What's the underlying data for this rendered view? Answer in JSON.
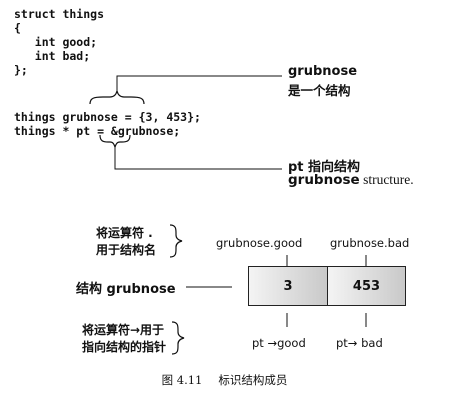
{
  "code": {
    "lines": [
      "struct things",
      "{",
      "   int good;",
      "   int bad;",
      "};",
      "things grubnose = {3, 453};",
      "things * pt = &grubnose;"
    ]
  },
  "callouts": {
    "grubnose_name": "grubnose",
    "grubnose_desc": "是一个结构",
    "pt_line1": "pt 指向结构",
    "pt_line2_name": "grubnose",
    "pt_line2_rest": " structure."
  },
  "diagram": {
    "dot_op_line1": "将运算符 .",
    "dot_op_line2": "用于结构名",
    "arrow_op_line1": "将运算符→用于",
    "arrow_op_line2": "指向结构的指针",
    "struct_label_prefix": "结构 ",
    "struct_label_name": "grubnose",
    "top_label_good": "grubnose.good",
    "top_label_bad": "grubnose.bad",
    "cell_good_value": "3",
    "cell_bad_value": "453",
    "bottom_label_good": "pt →good",
    "bottom_label_bad": "pt→ bad"
  },
  "caption": {
    "figure_number": "图 4.11",
    "figure_title": "标识结构成员"
  }
}
